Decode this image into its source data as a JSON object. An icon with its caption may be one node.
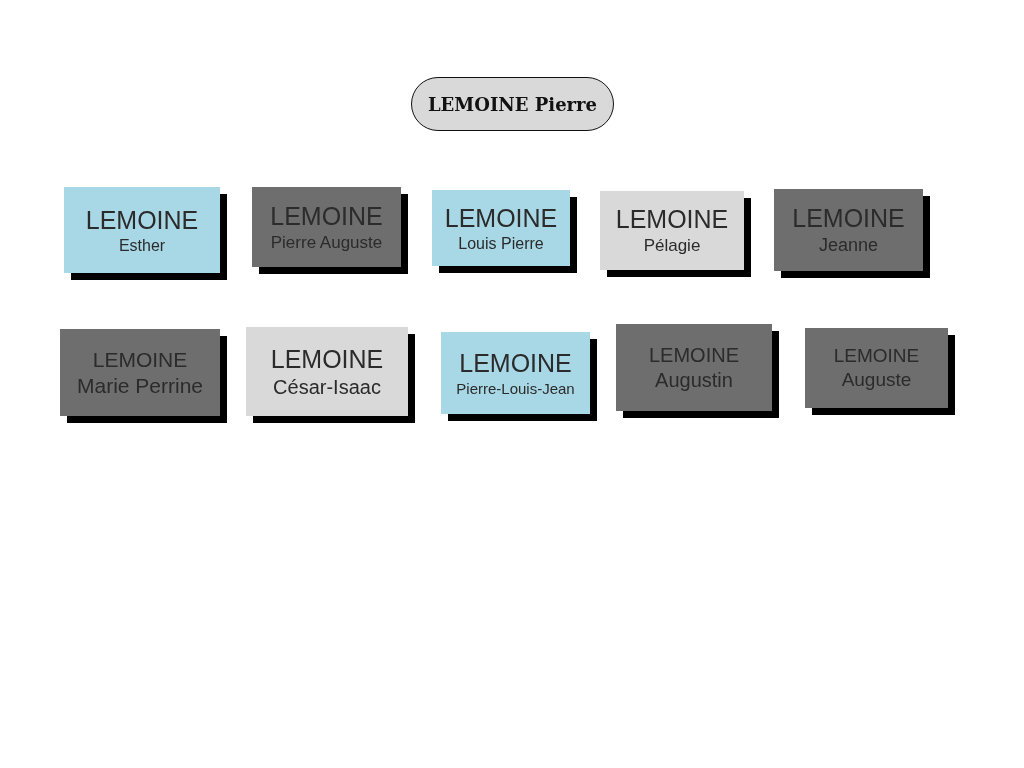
{
  "diagram": {
    "nodes": [
      {
        "text": [
          "LEMOINE Pierre"
        ]
      },
      {
        "text": [
          "LEMOINE",
          "Esther"
        ]
      },
      {
        "text": [
          "LEMOINE",
          "Pierre Auguste"
        ]
      },
      {
        "text": [
          "LEMOINE",
          "Louis Pierre"
        ]
      },
      {
        "text": [
          "LEMOINE",
          "Pélagie"
        ]
      },
      {
        "text": [
          "LEMOINE",
          "Jeanne"
        ]
      },
      {
        "text": [
          "LEMOINE",
          "Marie Perrine"
        ]
      },
      {
        "text": [
          "LEMOINE",
          "César-Isaac"
        ]
      },
      {
        "text": [
          "LEMOINE",
          "Pierre-Louis-Jean"
        ]
      },
      {
        "text": [
          "LEMOINE",
          "Augustin"
        ]
      },
      {
        "text": [
          "LEMOINE",
          "Auguste"
        ]
      }
    ]
  }
}
